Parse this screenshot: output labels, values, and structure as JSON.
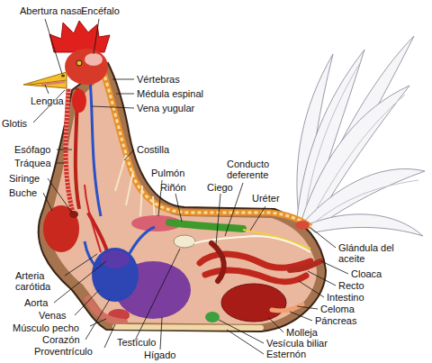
{
  "diagram": {
    "labels": [
      "Abertura nasal",
      "Encéfalo",
      "Vértebras",
      "Médula espinal",
      "Vena yugular",
      "Lengua",
      "Glotis",
      "Esófago",
      "Tráquea",
      "Costilla",
      "Siringe",
      "Buche",
      "Pulmón",
      "Riñón",
      "Conducto deferente",
      "Ciego",
      "Uréter",
      "Glándula del aceite",
      "Cloaca",
      "Recto",
      "Intestino",
      "Celoma",
      "Páncreas",
      "Molleja",
      "Vesícula biliar",
      "Esternón",
      "Arteria carótida",
      "Aorta",
      "Venas",
      "Músculo pecho",
      "Corazón",
      "Proventrículo",
      "Testículo",
      "Hígado"
    ]
  }
}
